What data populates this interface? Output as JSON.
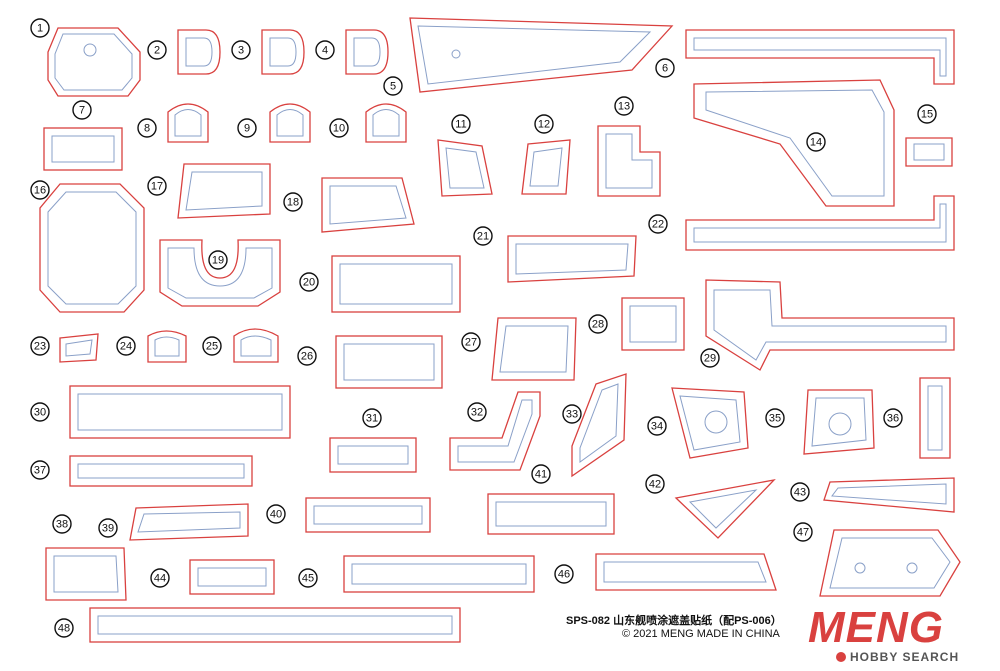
{
  "sheet": {
    "product_code": "SPS-082 山东舰喷涂遮盖贴纸（配PS-006）",
    "copyright": "© 2021 MENG  MADE IN CHINA",
    "brand": "MENG",
    "watermark": "HOBBY SEARCH",
    "colors": {
      "cut_line": "#d9413f",
      "inner_line": "#8aa0c8",
      "brand": "#d9413f"
    }
  },
  "labels": [
    "1",
    "2",
    "3",
    "4",
    "5",
    "6",
    "7",
    "8",
    "9",
    "10",
    "11",
    "12",
    "13",
    "14",
    "15",
    "16",
    "17",
    "18",
    "19",
    "20",
    "21",
    "22",
    "23",
    "24",
    "25",
    "26",
    "27",
    "28",
    "29",
    "30",
    "31",
    "32",
    "33",
    "34",
    "35",
    "36",
    "37",
    "38",
    "39",
    "40",
    "41",
    "42",
    "43",
    "44",
    "45",
    "46",
    "47",
    "48"
  ]
}
